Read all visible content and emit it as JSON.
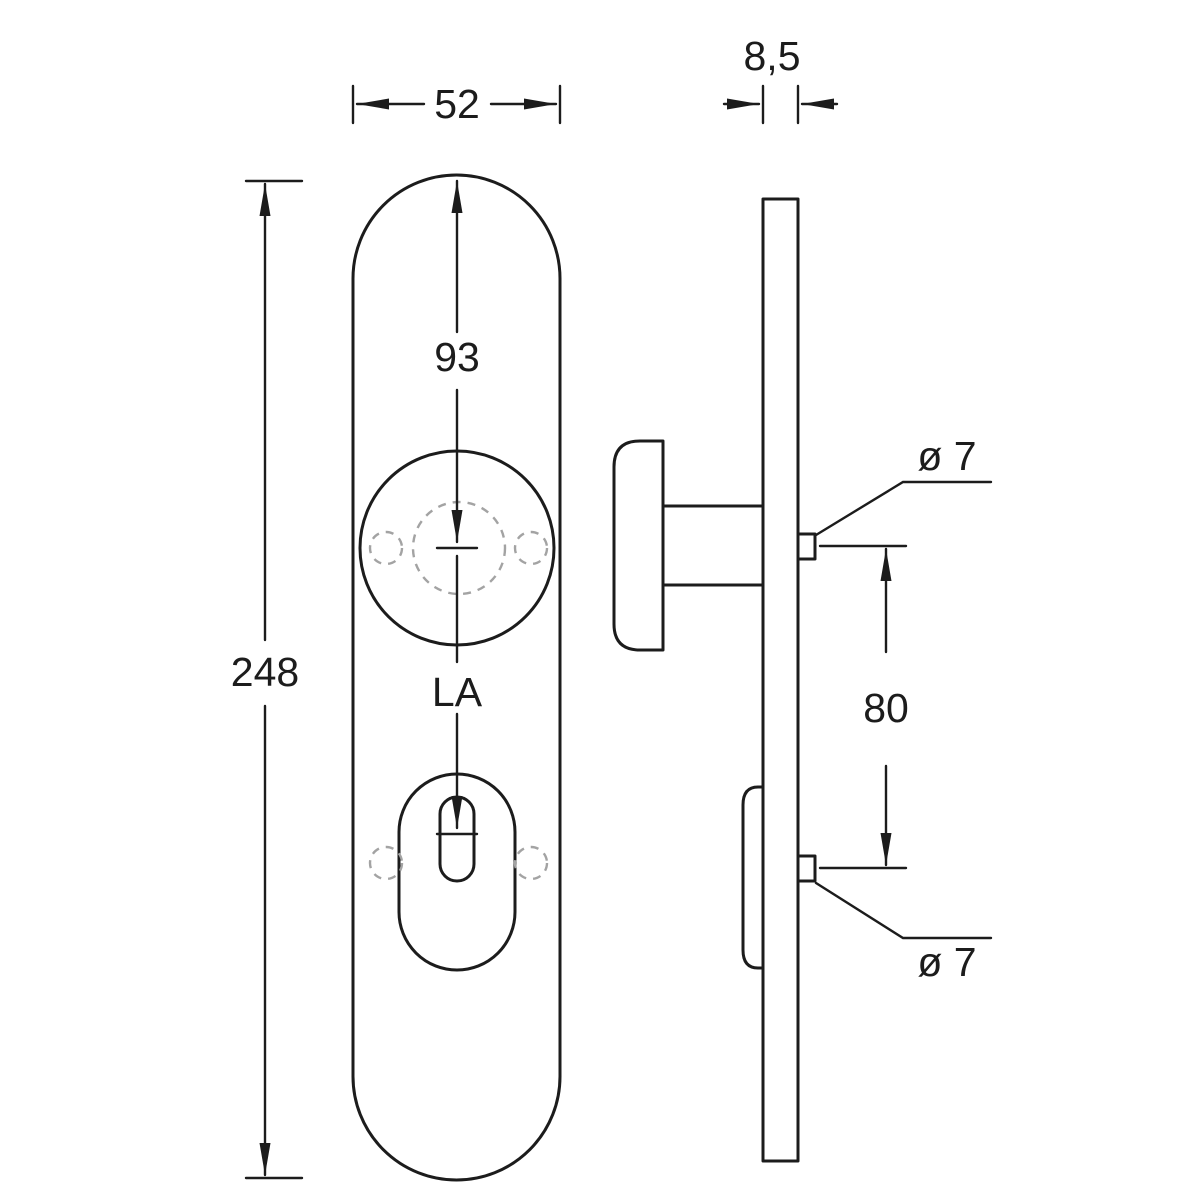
{
  "colors": {
    "line": "#1c1c1c",
    "dashed_reference": "#a3a3a3",
    "background": "#ffffff"
  },
  "drawing": {
    "front_view": {
      "width_label": "52",
      "height_label": "248",
      "knob_center_offset_label": "93",
      "handle_reference_label": "LA"
    },
    "side_view": {
      "thickness_label": "8,5",
      "screw_spacing_label": "80",
      "screw_diameter_top_label": "ø 7",
      "screw_diameter_bottom_label": "ø 7"
    }
  }
}
